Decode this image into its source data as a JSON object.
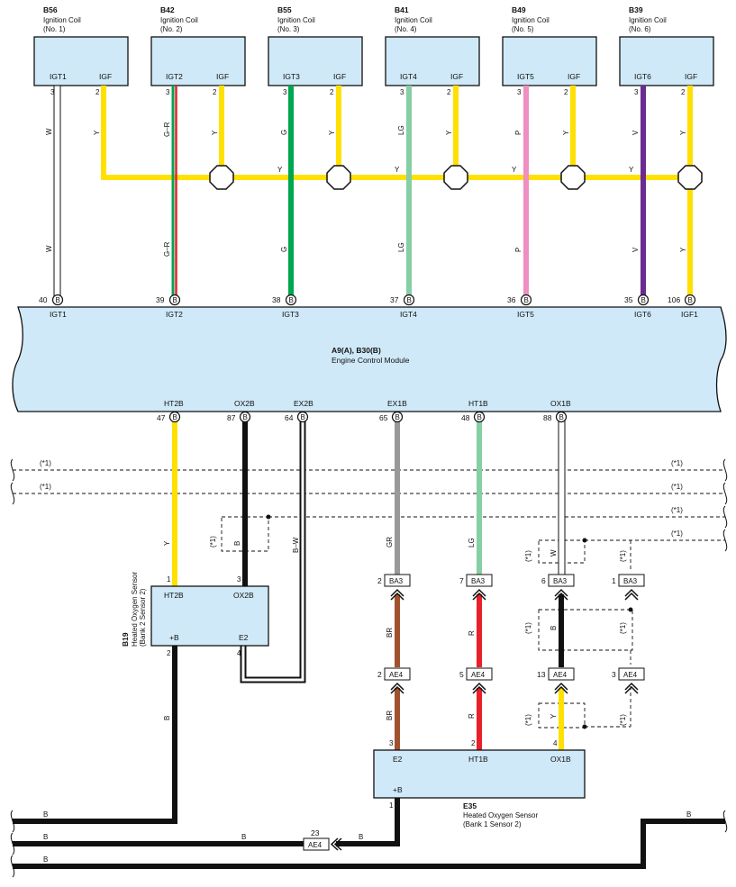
{
  "colors": {
    "box_fill": "#cfe9f8",
    "Y": "#ffe000",
    "W": "#ffffff",
    "G": "#00a651",
    "LG": "#86cfa5",
    "P": "#ef8ec0",
    "V": "#6a2c91",
    "B": "#111111",
    "GR": "#999999",
    "BR": "#a0522d",
    "R": "#e8202a",
    "G-R_green": "#00a651",
    "G-R_red": "#e8202a"
  },
  "coils": [
    {
      "code": "B56",
      "name": "Ignition Coil",
      "num": "(No. 1)",
      "left_pin": "IGT1",
      "right_pin": "IGF",
      "left_no": "3",
      "right_no": "2",
      "left_wire": "W",
      "right_wire": "Y"
    },
    {
      "code": "B42",
      "name": "Ignition Coil",
      "num": "(No. 2)",
      "left_pin": "IGT2",
      "right_pin": "IGF",
      "left_no": "3",
      "right_no": "2",
      "left_wire": "G–R",
      "right_wire": "Y"
    },
    {
      "code": "B55",
      "name": "Ignition Coil",
      "num": "(No. 3)",
      "left_pin": "IGT3",
      "right_pin": "IGF",
      "left_no": "3",
      "right_no": "2",
      "left_wire": "G",
      "right_wire": "Y"
    },
    {
      "code": "B41",
      "name": "Ignition Coil",
      "num": "(No. 4)",
      "left_pin": "IGT4",
      "right_pin": "IGF",
      "left_no": "3",
      "right_no": "2",
      "left_wire": "LG",
      "right_wire": "Y"
    },
    {
      "code": "B49",
      "name": "Ignition Coil",
      "num": "(No. 5)",
      "left_pin": "IGT5",
      "right_pin": "IGF",
      "left_no": "3",
      "right_no": "2",
      "left_wire": "P",
      "right_wire": "Y"
    },
    {
      "code": "B39",
      "name": "Ignition Coil",
      "num": "(No. 6)",
      "left_pin": "IGT6",
      "right_pin": "IGF",
      "left_no": "3",
      "right_no": "2",
      "left_wire": "V",
      "right_wire": "Y"
    }
  ],
  "ecm": {
    "code": "A9(A), B30(B)",
    "name": "Engine Control Module",
    "top_pins": [
      {
        "no": "40",
        "label": "IGT1"
      },
      {
        "no": "39",
        "label": "IGT2"
      },
      {
        "no": "38",
        "label": "IGT3"
      },
      {
        "no": "37",
        "label": "IGT4"
      },
      {
        "no": "36",
        "label": "IGT5"
      },
      {
        "no": "35",
        "label": "IGT6"
      },
      {
        "no": "106",
        "label": "IGF1"
      }
    ],
    "bottom_pins": [
      {
        "no": "47",
        "label": "HT2B"
      },
      {
        "no": "87",
        "label": "OX2B"
      },
      {
        "no": "64",
        "label": "EX2B"
      },
      {
        "no": "65",
        "label": "EX1B"
      },
      {
        "no": "48",
        "label": "HT1B"
      },
      {
        "no": "88",
        "label": "OX1B"
      }
    ],
    "connector_letter": "B"
  },
  "bus_label": "Y",
  "note": "(*1)",
  "sensor_b19": {
    "code": "B19",
    "name": "Heated Oxygen Sensor",
    "detail": "(Bank 2 Sensor 2)",
    "pins": {
      "ht2b": "HT2B",
      "ox2b": "OX2B",
      "plus_b": "+B",
      "e2": "E2"
    },
    "nums": {
      "ht2b": "1",
      "ox2b": "3",
      "plus_b": "2",
      "e2": "4"
    }
  },
  "sensor_e35": {
    "code": "E35",
    "name": "Heated Oxygen Sensor",
    "detail": "(Bank 1 Sensor 2)",
    "pins": {
      "e2": "E2",
      "ht1b": "HT1B",
      "ox1b": "OX1B",
      "plus_b": "+B"
    },
    "nums": {
      "e2": "3",
      "ht1b": "2",
      "ox1b": "4",
      "plus_b": "1"
    }
  },
  "connectors": {
    "ba3": {
      "name": "BA3",
      "pins": [
        "2",
        "7",
        "6",
        "1"
      ]
    },
    "ae4": {
      "name": "AE4",
      "pins": [
        "2",
        "5",
        "13",
        "3",
        "23"
      ]
    }
  },
  "wires": {
    "Y": "Y",
    "B": "B",
    "BW": "B–W",
    "GR": "GR",
    "LG": "LG",
    "W": "W",
    "BR": "BR",
    "R": "R"
  }
}
